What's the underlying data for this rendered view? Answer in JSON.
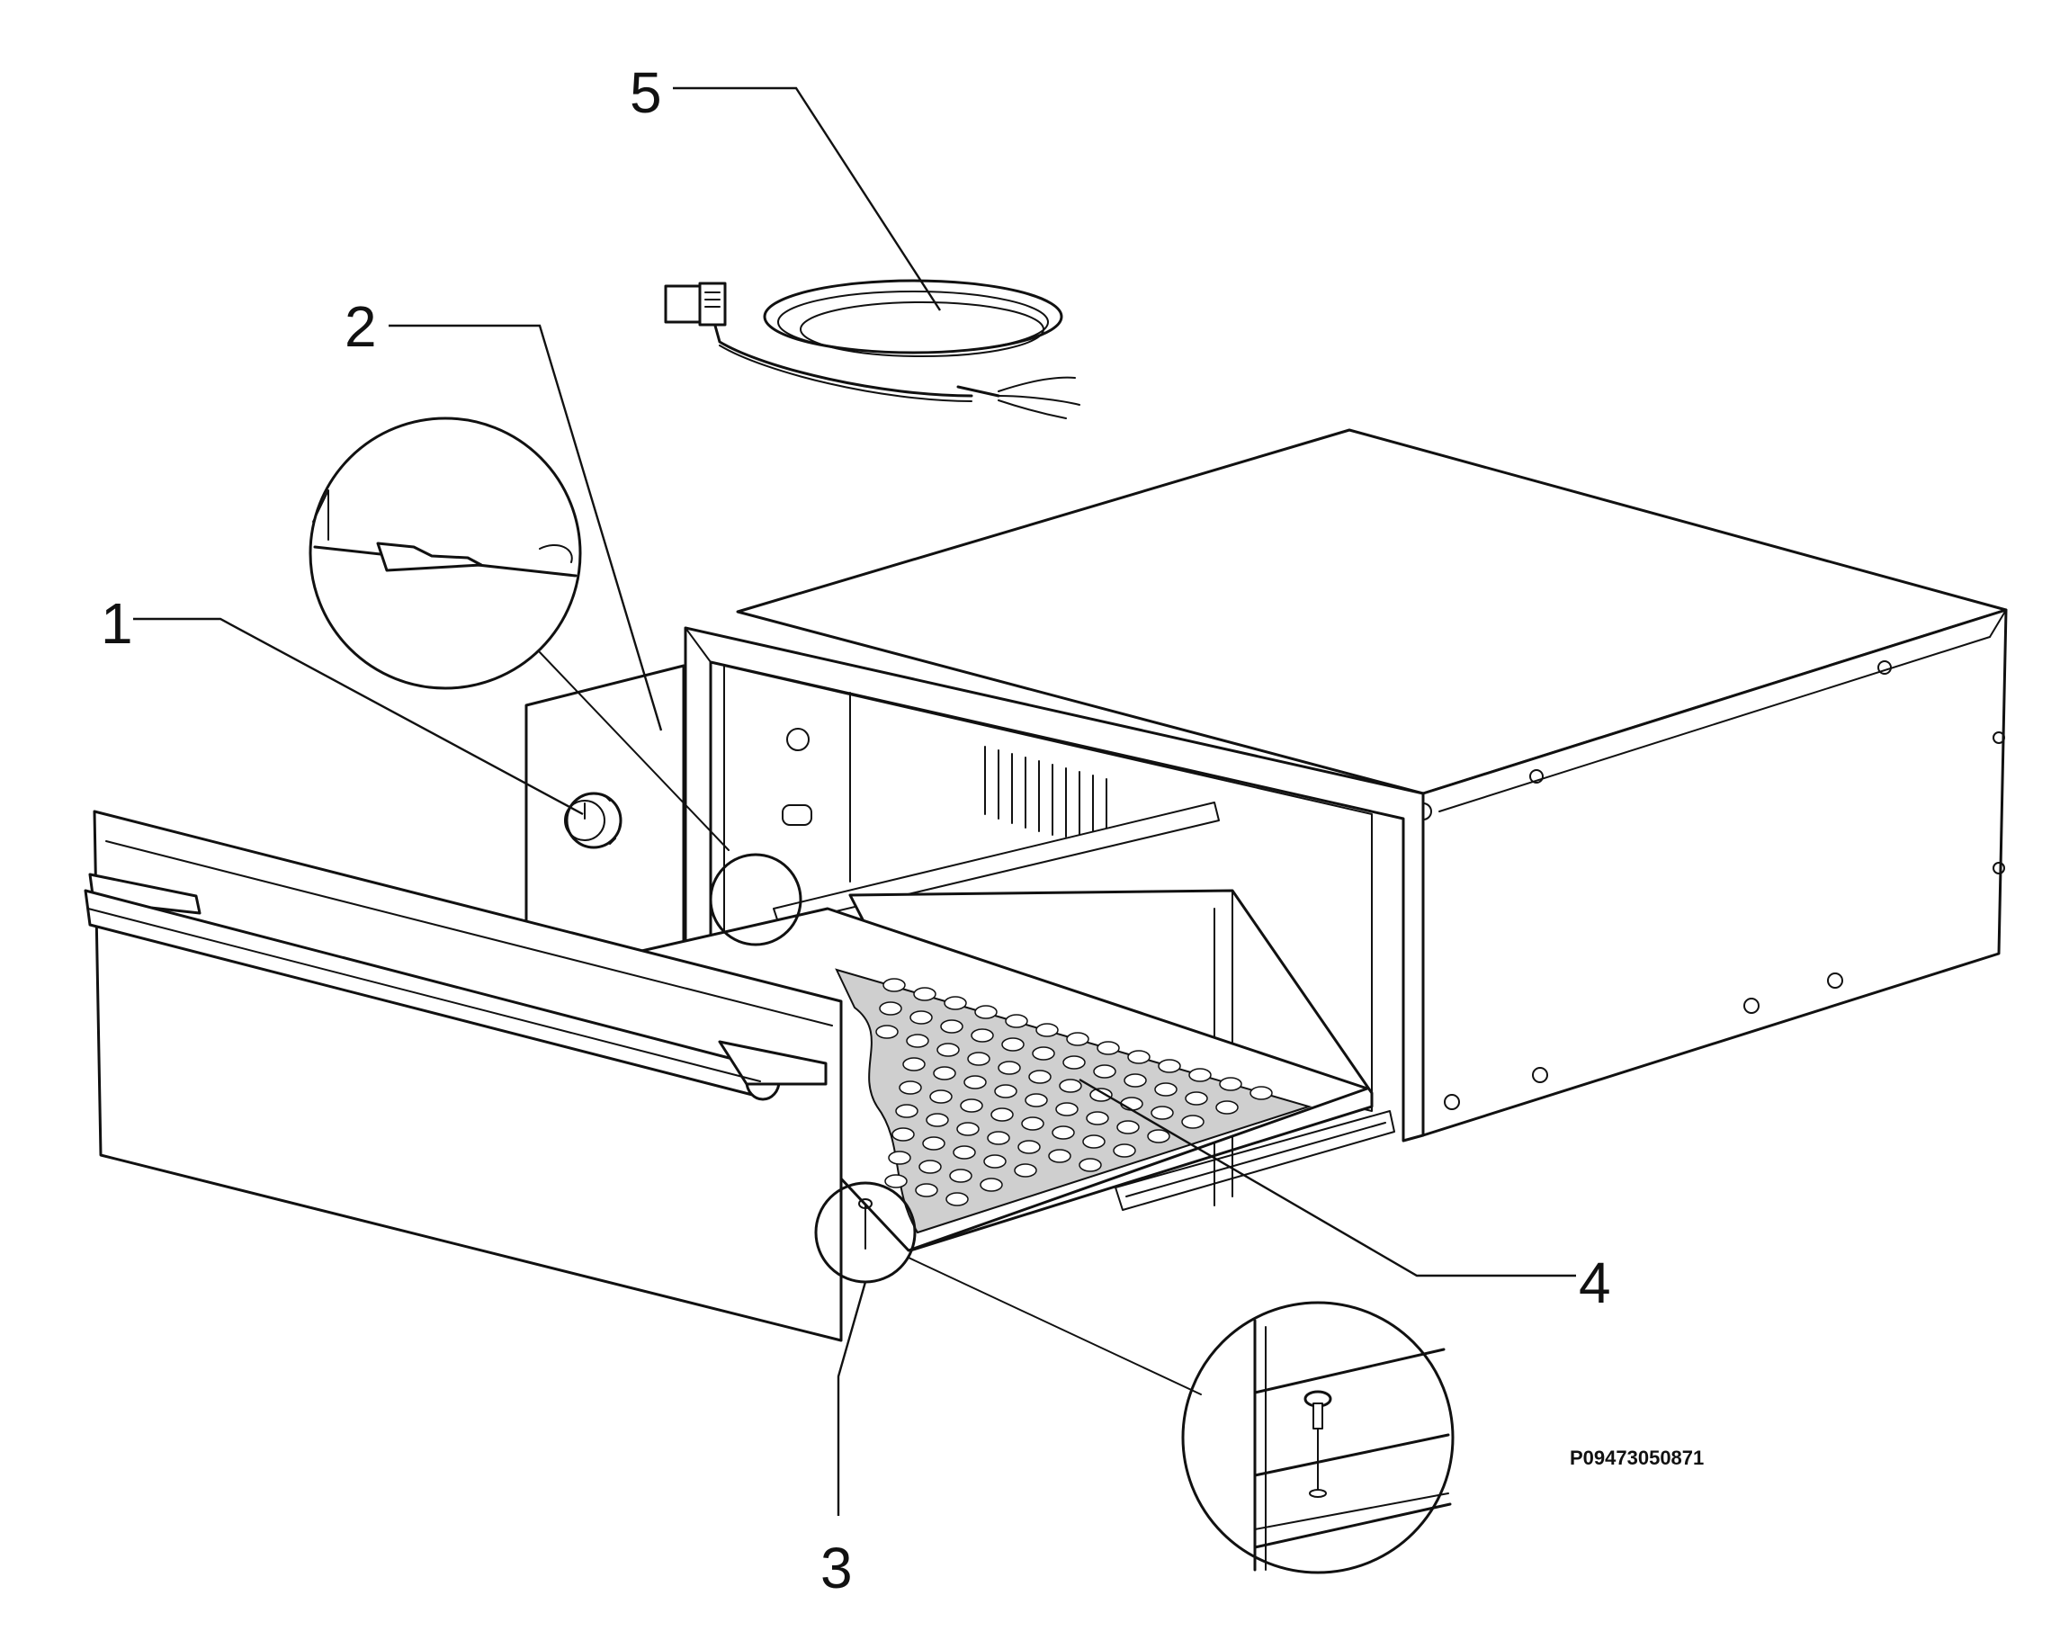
{
  "labels": {
    "cable": "5",
    "fixing_bracket": "2",
    "control_knob": "1",
    "mat": "4",
    "screw": "3"
  },
  "drawing_code": "P09473050871",
  "colors": {
    "ink": "#111111",
    "paper": "#ffffff",
    "mat_fill": "#cfcfcf"
  }
}
